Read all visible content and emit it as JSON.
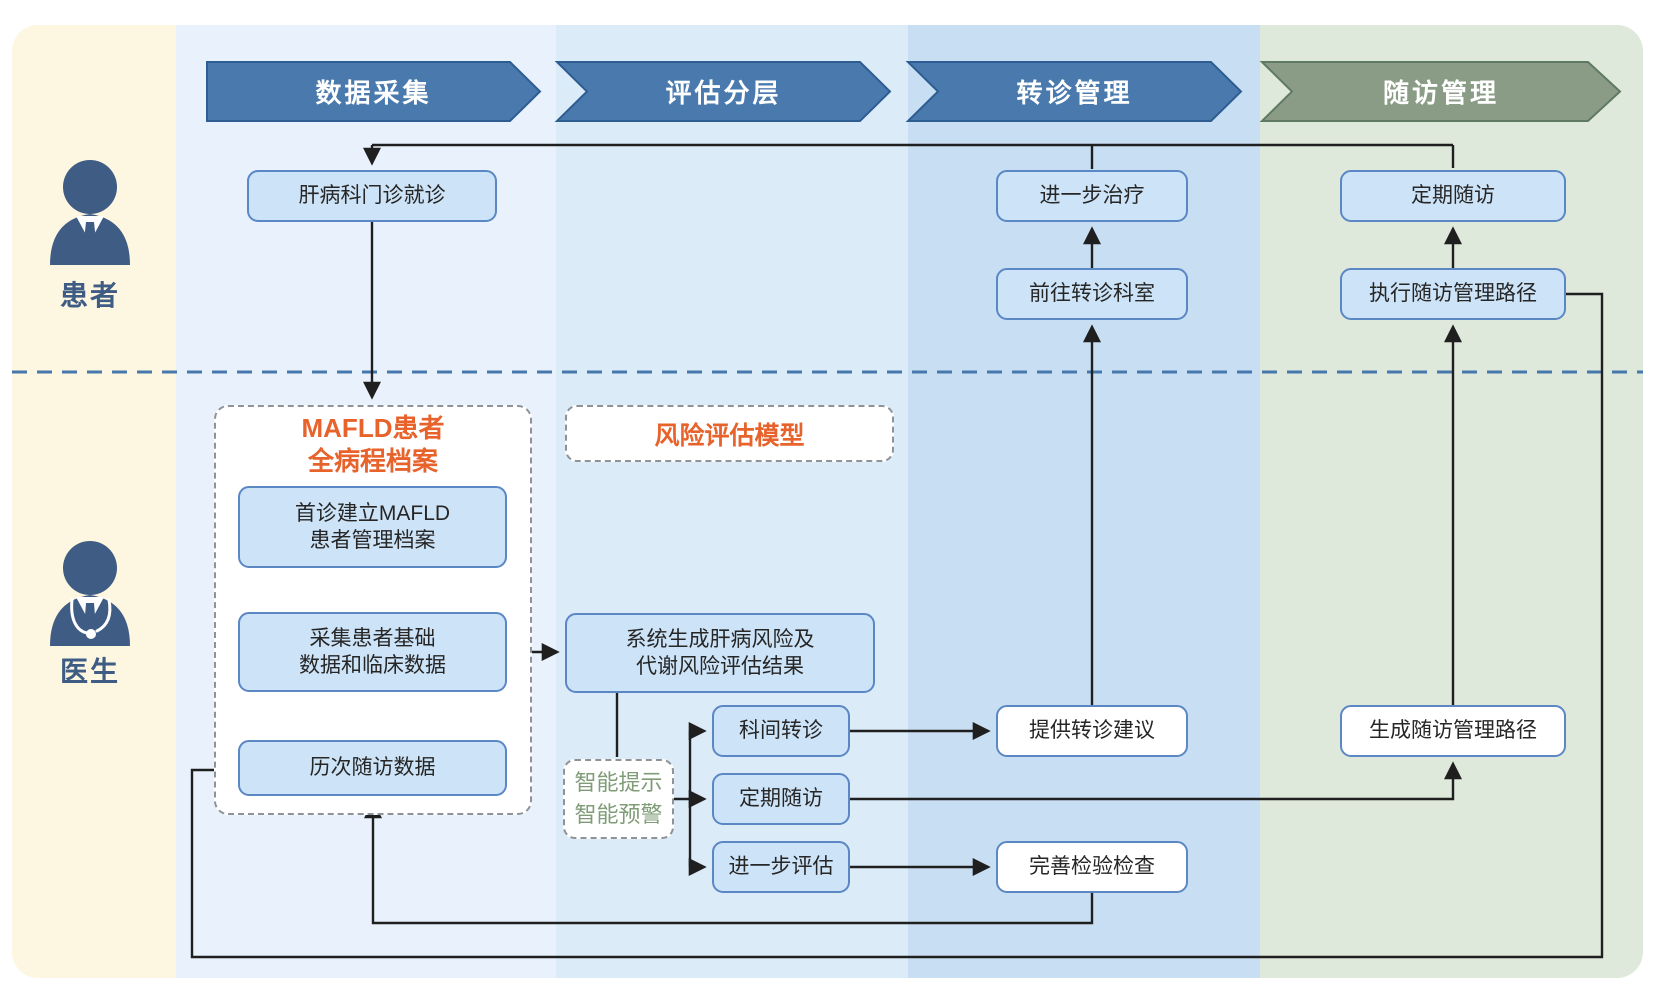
{
  "lanes": [
    {
      "label": "患者"
    },
    {
      "label": "医生"
    }
  ],
  "phases": [
    {
      "label": "数据采集"
    },
    {
      "label": "评估分层"
    },
    {
      "label": "转诊管理"
    },
    {
      "label": "随访管理"
    }
  ],
  "patient_lane": {
    "clinic_visit": "肝病科门诊就诊",
    "further_treatment": "进一步治疗",
    "regular_followup": "定期随访",
    "go_referral_dept": "前往转诊科室",
    "execute_followup_path": "执行随访管理路径"
  },
  "doctor_lane": {
    "archive_title": "MAFLD患者\n全病程档案",
    "create_archive": "首诊建立MAFLD\n患者管理档案",
    "collect_data": "采集患者基础\n数据和临床数据",
    "followup_data": "历次随访数据",
    "risk_model_title": "风险评估模型",
    "risk_result": "系统生成肝病风险及\n代谢风险评估结果",
    "smart_alert": "智能提示\n智能预警",
    "dept_referral": "科间转诊",
    "regular_followup": "定期随访",
    "further_assess": "进一步评估",
    "referral_advice": "提供转诊建议",
    "complete_tests": "完善检验检查",
    "generate_followup_path": "生成随访管理路径"
  },
  "colors": {
    "phase_blue": "#4a7aad",
    "phase_blue_border": "#2e5d91",
    "phase_green": "#8a9c85",
    "phase_green_border": "#5f7a62",
    "box_blue_fill": "#cde3f7",
    "box_border": "#5b87c5",
    "lane_yellow": "#fdf6e0",
    "col_data": "#e9f2fc",
    "col_assess": "#dcebf8",
    "col_referral": "#c8dff3",
    "col_followup": "#dee9dc",
    "divider_blue": "#4678ad",
    "accent_orange": "#e8632c",
    "accent_green_text": "#7f9c77",
    "icon_navy": "#3f5c85",
    "wire_black": "#1f1f1f"
  }
}
